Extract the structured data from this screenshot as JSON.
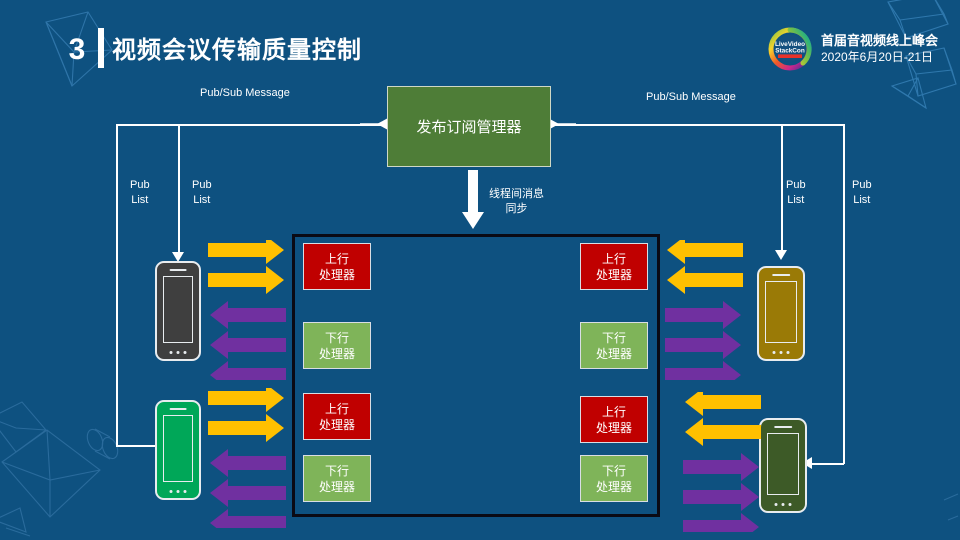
{
  "slide": {
    "number": "3",
    "title": "视频会议传输质量控制",
    "background_color": "#0e5180"
  },
  "brand": {
    "logo_icon": "livevideostackcon-logo-icon",
    "logo_text_line1": "LiveVideo",
    "logo_text_line2": "StackCon",
    "name_cn": "首届音视频线上峰会",
    "date_cn": "2020年6月20日-21日"
  },
  "hub": {
    "label": "发布订阅管理器",
    "color": "#4e7d37"
  },
  "labels": {
    "pubsub_left": "Pub/Sub Message",
    "pubsub_right": "Pub/Sub Message",
    "pub_list_1": "Pub\nList",
    "pub_list_2": "Pub\nList",
    "pub_list_3": "Pub\nList",
    "pub_list_4": "Pub\nList",
    "pub_list_word": "Pub",
    "list_word": "List",
    "sync_line1": "线程间消息",
    "sync_line2": "同步"
  },
  "processors": [
    {
      "id": "left-up-1",
      "line1": "上行",
      "line2": "处理器",
      "kind": "uplink",
      "color": "#c00000"
    },
    {
      "id": "left-down-1",
      "line1": "下行",
      "line2": "处理器",
      "kind": "downlink",
      "color": "#7fb459"
    },
    {
      "id": "left-up-2",
      "line1": "上行",
      "line2": "处理器",
      "kind": "uplink",
      "color": "#c00000"
    },
    {
      "id": "left-down-2",
      "line1": "下行",
      "line2": "处理器",
      "kind": "downlink",
      "color": "#7fb459"
    },
    {
      "id": "right-up-1",
      "line1": "上行",
      "line2": "处理器",
      "kind": "uplink",
      "color": "#c00000"
    },
    {
      "id": "right-down-1",
      "line1": "下行",
      "line2": "处理器",
      "kind": "downlink",
      "color": "#7fb459"
    },
    {
      "id": "right-up-2",
      "line1": "上行",
      "line2": "处理器",
      "kind": "uplink",
      "color": "#c00000"
    },
    {
      "id": "right-down-2",
      "line1": "下行",
      "line2": "处理器",
      "kind": "downlink",
      "color": "#7fb459"
    }
  ],
  "devices": [
    {
      "id": "phone-top-left",
      "color": "#3f3f3f"
    },
    {
      "id": "phone-bottom-left",
      "color": "#00a758"
    },
    {
      "id": "phone-top-right",
      "color": "#9a7a06"
    },
    {
      "id": "phone-bottom-right",
      "color": "#3d5a27"
    }
  ],
  "arrow_colors": {
    "uplink": "#ffc000",
    "downlink": "#7030a0",
    "connector": "#ffffff"
  },
  "arrow_groups": [
    {
      "id": "left-top-group",
      "uplink_count": 2,
      "downlink_count": 3,
      "uplink_dir": "right",
      "downlink_dir": "left"
    },
    {
      "id": "left-bottom-group",
      "uplink_count": 2,
      "downlink_count": 3,
      "uplink_dir": "right",
      "downlink_dir": "left"
    },
    {
      "id": "right-top-group",
      "uplink_count": 2,
      "downlink_count": 3,
      "uplink_dir": "left",
      "downlink_dir": "right"
    },
    {
      "id": "right-bottom-group",
      "uplink_count": 2,
      "downlink_count": 3,
      "uplink_dir": "left",
      "downlink_dir": "right"
    }
  ]
}
